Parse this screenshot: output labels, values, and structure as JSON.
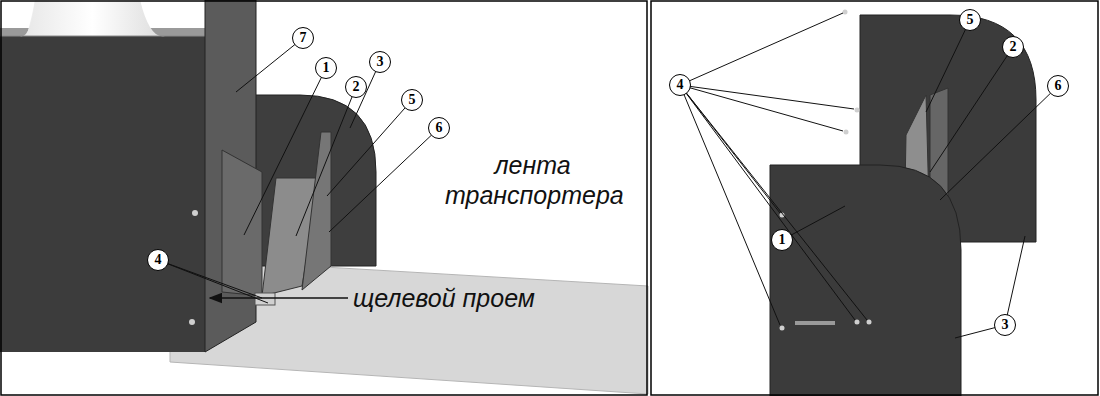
{
  "diagram": {
    "labels": [
      "7",
      "1",
      "2",
      "3",
      "5",
      "6",
      "4",
      "лента транспортера",
      "щелевой проем",
      "5",
      "2",
      "4",
      "1",
      "6",
      "3"
    ]
  }
}
